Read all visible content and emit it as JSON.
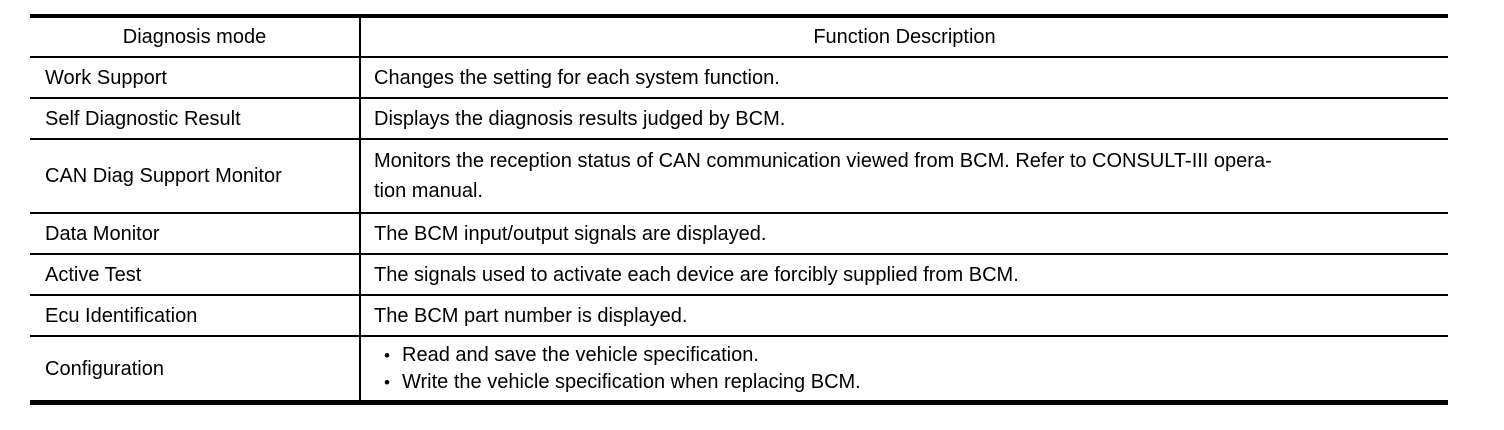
{
  "table": {
    "headers": [
      {
        "label": "Diagnosis mode"
      },
      {
        "label": "Function Description"
      }
    ],
    "rows": [
      {
        "mode": "Work Support",
        "description": "Changes the setting for each system function."
      },
      {
        "mode": "Self Diagnostic Result",
        "description": "Displays the diagnosis results judged by BCM."
      },
      {
        "mode": "CAN Diag Support Monitor",
        "description_lines": [
          "Monitors the reception status of CAN communication viewed from BCM. Refer to CONSULT-III opera-",
          "tion manual."
        ]
      },
      {
        "mode": "Data Monitor",
        "description": "The BCM input/output signals are displayed."
      },
      {
        "mode": "Active Test",
        "description": "The signals used to activate each device are forcibly supplied from BCM."
      },
      {
        "mode": "Ecu Identification",
        "description": "The BCM part number is displayed."
      },
      {
        "mode": "Configuration",
        "bullets": [
          "Read and save the vehicle specification.",
          "Write the vehicle specification when replacing BCM."
        ]
      }
    ],
    "bullet_glyph": "•",
    "colors": {
      "border": "#000000",
      "text": "#000000",
      "background": "#ffffff"
    }
  }
}
